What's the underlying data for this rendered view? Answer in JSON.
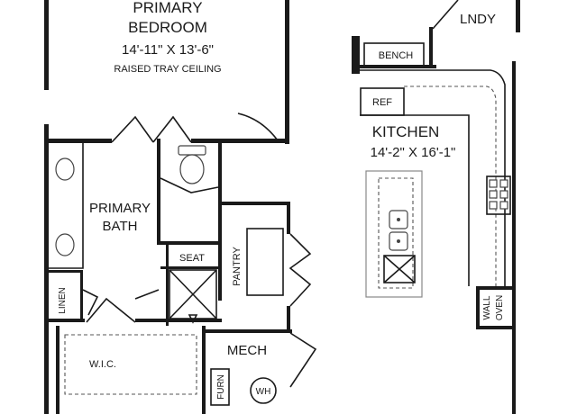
{
  "rooms": {
    "primary_bedroom": {
      "name_line1": "PRIMARY",
      "name_line2": "BEDROOM",
      "size": "14'-11\" X 13'-6\"",
      "note": "RAISED TRAY CEILING"
    },
    "lndy": {
      "name": "LNDY"
    },
    "kitchen": {
      "name": "KITCHEN",
      "size": "14'-2\" X 16'-1\""
    },
    "primary_bath": {
      "name_line1": "PRIMARY",
      "name_line2": "BATH"
    },
    "pantry": {
      "name": "PANTRY"
    },
    "mech": {
      "name": "MECH"
    },
    "wic": {
      "name": "W.I.C."
    }
  },
  "fixtures": {
    "bench": "BENCH",
    "ref": "REF",
    "seat": "SEAT",
    "linen": "LINEN",
    "wall_oven_line1": "WALL",
    "wall_oven_line2": "OVEN",
    "furn": "FURN",
    "wh": "WH"
  }
}
